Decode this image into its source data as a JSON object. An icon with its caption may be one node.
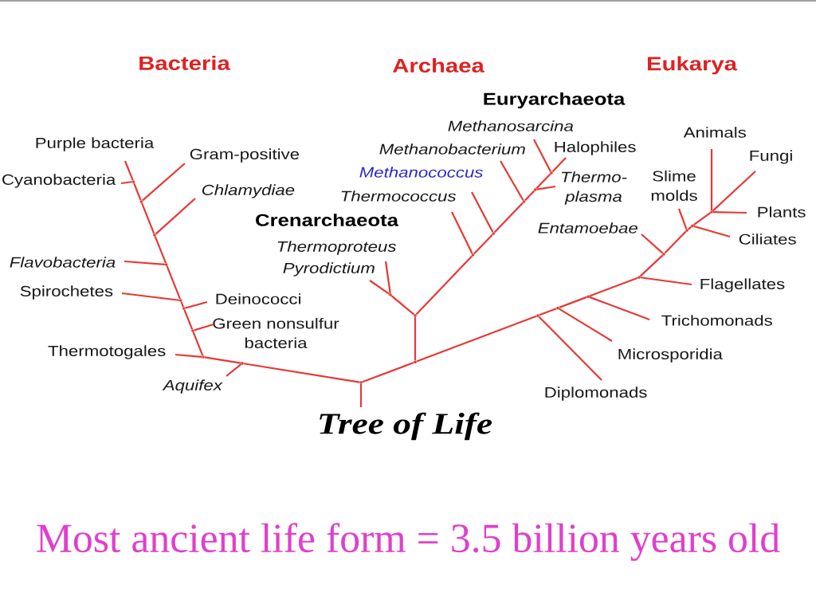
{
  "diagram": {
    "caption": "Most ancient life form = 3.5 billion years old",
    "nodes": [
      {
        "text": [
          "Purple bacteria"
        ]
      },
      {
        "text": [
          "Cyanobacteria"
        ]
      },
      {
        "text": [
          "Gram-positive"
        ]
      },
      {
        "text": [
          "Chlamydiae"
        ]
      },
      {
        "text": [
          "Flavobacteria"
        ]
      },
      {
        "text": [
          "Spirochetes"
        ]
      },
      {
        "text": [
          "Deinococci"
        ]
      },
      {
        "text": [
          "Green nonsulfur bacteria"
        ]
      },
      {
        "text": [
          "Thermotogales"
        ]
      },
      {
        "text": [
          "Aquifex"
        ]
      },
      {
        "text": [
          "Thermoproteus"
        ]
      },
      {
        "text": [
          "Pyrodictium"
        ]
      },
      {
        "text": [
          "Thermococcus"
        ]
      },
      {
        "text": [
          "Methanococcus"
        ]
      },
      {
        "text": [
          "Methanobacterium"
        ]
      },
      {
        "text": [
          "Methanosarcina"
        ]
      },
      {
        "text": [
          "Halophiles"
        ]
      },
      {
        "text": [
          "Thermo- plasma"
        ]
      },
      {
        "text": [
          "Diplomonads"
        ]
      },
      {
        "text": [
          "Microsporidia"
        ]
      },
      {
        "text": [
          "Trichomonads"
        ]
      },
      {
        "text": [
          "Flagellates"
        ]
      },
      {
        "text": [
          "Entamoebae"
        ]
      },
      {
        "text": [
          "Slime molds"
        ]
      },
      {
        "text": [
          "Ciliates"
        ]
      },
      {
        "text": [
          "Plants"
        ]
      },
      {
        "text": [
          "Fungi"
        ]
      },
      {
        "text": [
          "Animals"
        ]
      },
      {
        "text": [
          "Tree of Life"
        ]
      },
      {
        "text": [],
        "shape": "point"
      },
      {
        "text": [],
        "shape": "point"
      },
      {
        "text": [],
        "shape": "point"
      },
      {
        "text": [],
        "shape": "point"
      },
      {
        "text": [],
        "shape": "point"
      },
      {
        "text": [],
        "shape": "point"
      },
      {
        "text": [],
        "shape": "point"
      },
      {
        "text": [],
        "shape": "point"
      },
      {
        "text": [],
        "shape": "point"
      },
      {
        "text": [],
        "shape": "point"
      },
      {
        "text": [],
        "shape": "point"
      },
      {
        "text": [],
        "shape": "point"
      },
      {
        "text": [],
        "shape": "point"
      },
      {
        "text": [],
        "shape": "point"
      },
      {
        "text": [],
        "shape": "point"
      },
      {
        "text": [],
        "shape": "point"
      },
      {
        "text": [],
        "shape": "point"
      },
      {
        "text": [],
        "shape": "point"
      },
      {
        "text": [],
        "shape": "point"
      },
      {
        "text": [],
        "shape": "point"
      },
      {
        "text": [],
        "shape": "point"
      },
      {
        "text": [],
        "shape": "point"
      },
      {
        "text": [],
        "shape": "point"
      },
      {
        "text": [],
        "shape": "point"
      },
      {
        "text": [],
        "shape": "point"
      },
      {
        "text": [],
        "shape": "point"
      }
    ],
    "edges": [
      {
        "from": 38,
        "to": 28,
        "arrow": "none"
      },
      {
        "from": 38,
        "to": 37,
        "arrow": "none"
      },
      {
        "from": 37,
        "to": 9,
        "arrow": "none"
      },
      {
        "from": 37,
        "to": 36,
        "arrow": "none"
      },
      {
        "from": 36,
        "to": 8,
        "arrow": "none"
      },
      {
        "from": 36,
        "to": 35,
        "arrow": "none"
      },
      {
        "from": 35,
        "to": 7,
        "arrow": "none"
      },
      {
        "from": 35,
        "to": 34,
        "arrow": "none"
      },
      {
        "from": 34,
        "to": 6,
        "arrow": "none"
      },
      {
        "from": 34,
        "to": 33,
        "arrow": "none"
      },
      {
        "from": 33,
        "to": 5,
        "arrow": "none"
      },
      {
        "from": 33,
        "to": 32,
        "arrow": "none"
      },
      {
        "from": 32,
        "to": 4,
        "arrow": "none"
      },
      {
        "from": 32,
        "to": 31,
        "arrow": "none"
      },
      {
        "from": 31,
        "to": 3,
        "arrow": "none"
      },
      {
        "from": 31,
        "to": 30,
        "arrow": "none"
      },
      {
        "from": 30,
        "to": 2,
        "arrow": "none"
      },
      {
        "from": 30,
        "to": 29,
        "arrow": "none"
      },
      {
        "from": 29,
        "to": 1,
        "arrow": "none"
      },
      {
        "from": 29,
        "to": 0,
        "arrow": "none"
      },
      {
        "from": 38,
        "to": 41,
        "arrow": "none"
      },
      {
        "from": 41,
        "to": 40,
        "arrow": "none"
      },
      {
        "from": 41,
        "to": 46,
        "arrow": "none"
      },
      {
        "from": 40,
        "to": 39,
        "arrow": "none"
      },
      {
        "from": 39,
        "to": 10,
        "arrow": "none"
      },
      {
        "from": 39,
        "to": 11,
        "arrow": "none"
      },
      {
        "from": 40,
        "to": 42,
        "arrow": "none"
      },
      {
        "from": 42,
        "to": 12,
        "arrow": "none"
      },
      {
        "from": 42,
        "to": 43,
        "arrow": "none"
      },
      {
        "from": 43,
        "to": 13,
        "arrow": "none"
      },
      {
        "from": 43,
        "to": 44,
        "arrow": "none"
      },
      {
        "from": 44,
        "to": 14,
        "arrow": "none"
      },
      {
        "from": 44,
        "to": 45,
        "arrow": "none"
      },
      {
        "from": 45,
        "to": 17,
        "arrow": "none"
      },
      {
        "from": 45,
        "to": 47,
        "arrow": "none"
      },
      {
        "from": 47,
        "to": 15,
        "arrow": "none"
      },
      {
        "from": 47,
        "to": 16,
        "arrow": "none"
      },
      {
        "from": 46,
        "to": 18,
        "arrow": "none"
      },
      {
        "from": 46,
        "to": 48,
        "arrow": "none"
      },
      {
        "from": 48,
        "to": 19,
        "arrow": "none"
      },
      {
        "from": 48,
        "to": 49,
        "arrow": "none"
      },
      {
        "from": 49,
        "to": 20,
        "arrow": "none"
      },
      {
        "from": 49,
        "to": 50,
        "arrow": "none"
      },
      {
        "from": 50,
        "to": 21,
        "arrow": "none"
      },
      {
        "from": 50,
        "to": 51,
        "arrow": "none"
      },
      {
        "from": 51,
        "to": 22,
        "arrow": "none"
      },
      {
        "from": 51,
        "to": 52,
        "arrow": "none"
      },
      {
        "from": 52,
        "to": 23,
        "arrow": "none"
      },
      {
        "from": 52,
        "to": 53,
        "arrow": "none"
      },
      {
        "from": 53,
        "to": 24,
        "arrow": "none"
      },
      {
        "from": 53,
        "to": 54,
        "arrow": "none"
      },
      {
        "from": 54,
        "to": 25,
        "arrow": "none"
      },
      {
        "from": 54,
        "to": 26,
        "arrow": "none"
      },
      {
        "from": 54,
        "to": 27,
        "arrow": "none"
      }
    ],
    "labels": [
      "Bacteria",
      "Archaea",
      "Eukarya",
      "Euryarchaeota",
      "Crenarchaeota"
    ]
  }
}
